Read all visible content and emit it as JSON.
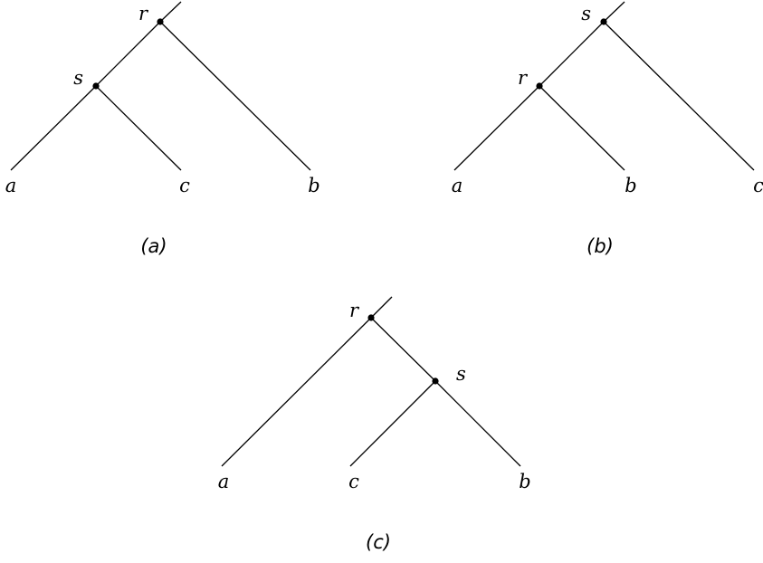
{
  "trees": [
    {
      "caption": "(a)",
      "internal_nodes": [
        {
          "label": "r"
        },
        {
          "label": "s"
        }
      ],
      "leaves": [
        {
          "label": "a"
        },
        {
          "label": "c"
        },
        {
          "label": "b"
        }
      ]
    },
    {
      "caption": "(b)",
      "internal_nodes": [
        {
          "label": "s"
        },
        {
          "label": "r"
        }
      ],
      "leaves": [
        {
          "label": "a"
        },
        {
          "label": "b"
        },
        {
          "label": "c"
        }
      ]
    },
    {
      "caption": "(c)",
      "internal_nodes": [
        {
          "label": "r"
        },
        {
          "label": "s"
        }
      ],
      "leaves": [
        {
          "label": "a"
        },
        {
          "label": "c"
        },
        {
          "label": "b"
        }
      ]
    }
  ]
}
